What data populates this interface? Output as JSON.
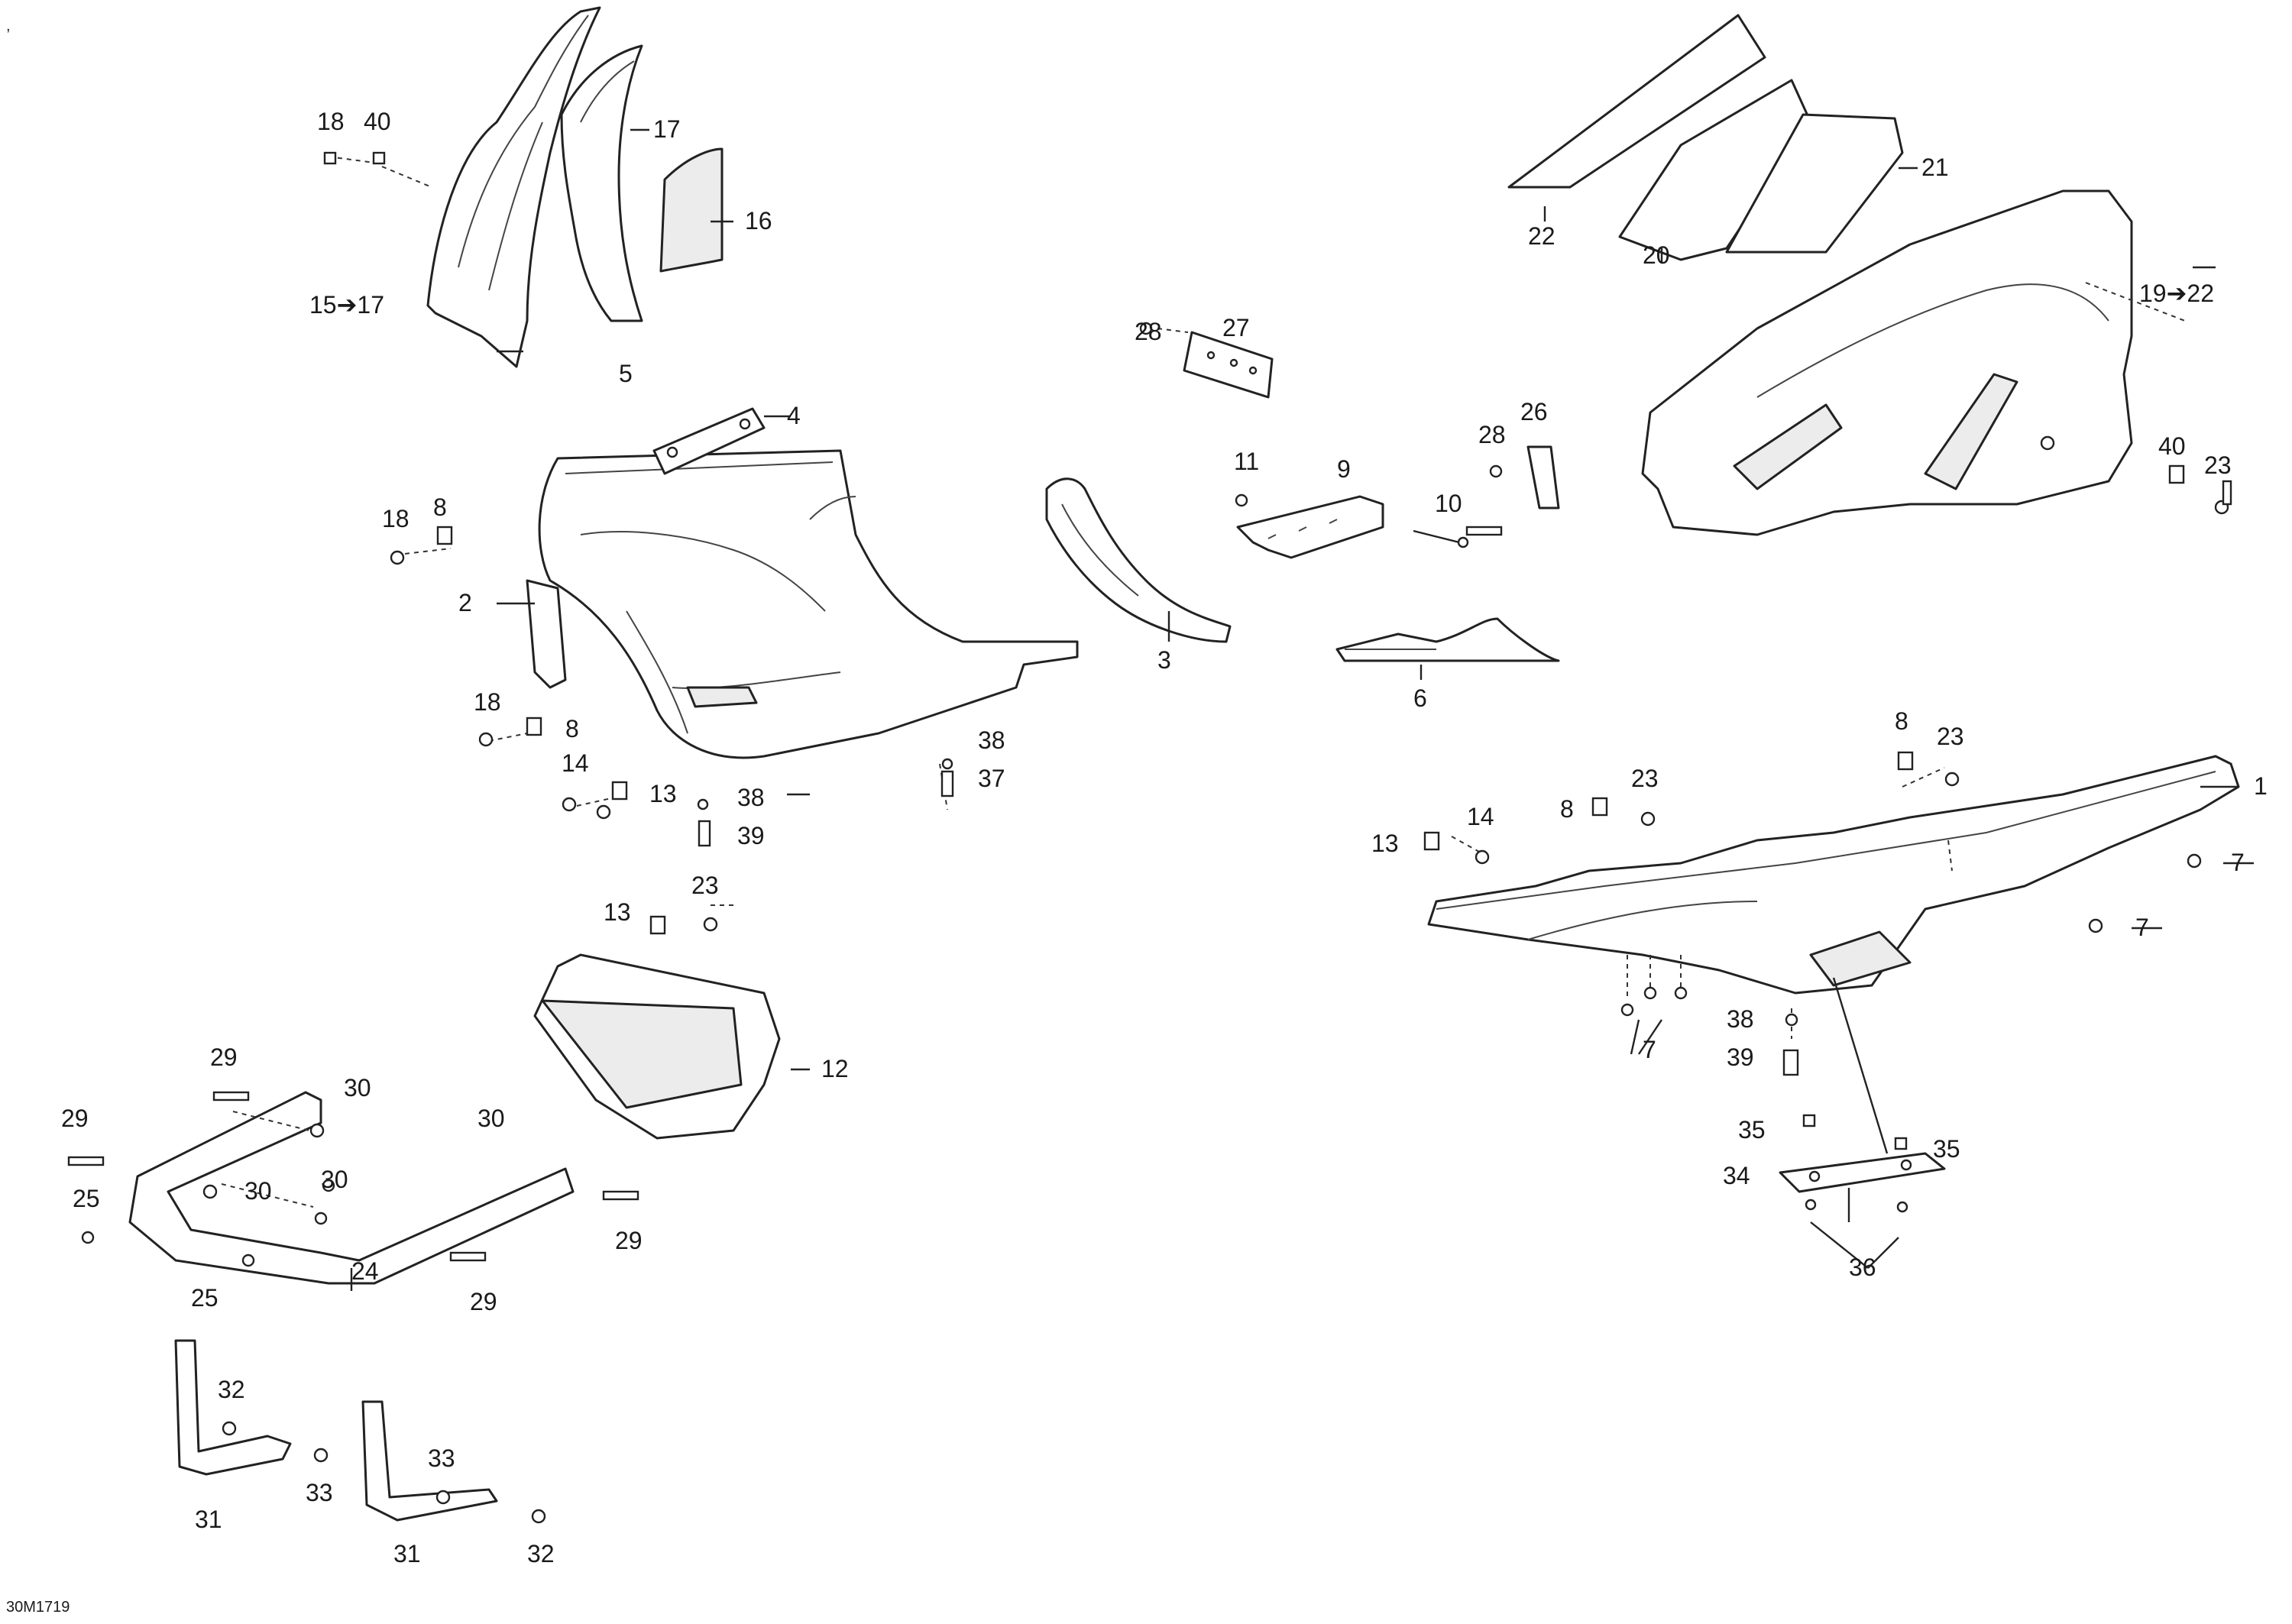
{
  "diagram": {
    "corner_mark": ",",
    "drawing_code": "30M1719",
    "labels": {
      "l1": "1",
      "l2": "2",
      "l3": "3",
      "l4": "4",
      "l5": "5",
      "l6": "6",
      "l7a": "7",
      "l7b": "7",
      "l7c": "7",
      "l8a": "8",
      "l8b": "8",
      "l8c": "8",
      "l8d": "8",
      "l9": "9",
      "l10": "10",
      "l11": "11",
      "l12": "12",
      "l13a": "13",
      "l13b": "13",
      "l13c": "13",
      "l14a": "14",
      "l14b": "14",
      "l15": "15➔17",
      "l16": "16",
      "l17": "17",
      "l18a": "18",
      "l18b": "18",
      "l18c": "18",
      "l19": "19➔22",
      "l20": "20",
      "l21": "21",
      "l22": "22",
      "l23a": "23",
      "l23b": "23",
      "l23c": "23",
      "l23d": "23",
      "l24": "24",
      "l25a": "25",
      "l25b": "25",
      "l26": "26",
      "l27": "27",
      "l28a": "28",
      "l28b": "28",
      "l29a": "29",
      "l29b": "29",
      "l29c": "29",
      "l29d": "29",
      "l30a": "30",
      "l30b": "30",
      "l30c": "30",
      "l30d": "30",
      "l31a": "31",
      "l31b": "31",
      "l32a": "32",
      "l32b": "32",
      "l33a": "33",
      "l33b": "33",
      "l34": "34",
      "l35a": "35",
      "l35b": "35",
      "l36": "36",
      "l37": "37",
      "l38a": "38",
      "l38b": "38",
      "l38c": "38",
      "l39a": "39",
      "l39b": "39",
      "l40a": "40",
      "l40b": "40"
    }
  }
}
